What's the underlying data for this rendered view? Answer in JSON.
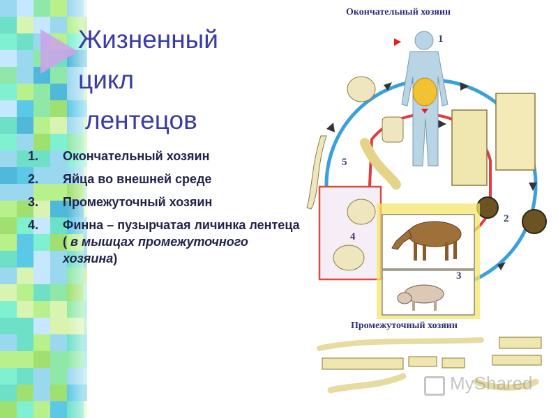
{
  "title": {
    "line1": "Жизненный",
    "line2": "цикл",
    "line3": "лентецов"
  },
  "list": [
    {
      "num": "1.",
      "text": "Окончательный хозяин"
    },
    {
      "num": "2.",
      "text": "Яйца во внешней среде"
    },
    {
      "num": "3.",
      "text": "Промежуточный хозяин"
    },
    {
      "num": "4.",
      "text": "Финна – пузырчатая личинка лентеца (",
      "italic": " в мышцах промежуточного хозяина",
      "end": ")"
    }
  ],
  "diagram": {
    "caption_top": "Окончательный хозяин",
    "caption_bottom": "Промежуточный  хозяин",
    "stages": [
      "1",
      "2",
      "3",
      "4",
      "5"
    ],
    "colors": {
      "outer_cycle": "#3aa0dc",
      "inner_cycle": "#e23c3c",
      "frame": "#e04a3a",
      "highlight": "#f4e66a"
    }
  },
  "watermark": "MyShared"
}
